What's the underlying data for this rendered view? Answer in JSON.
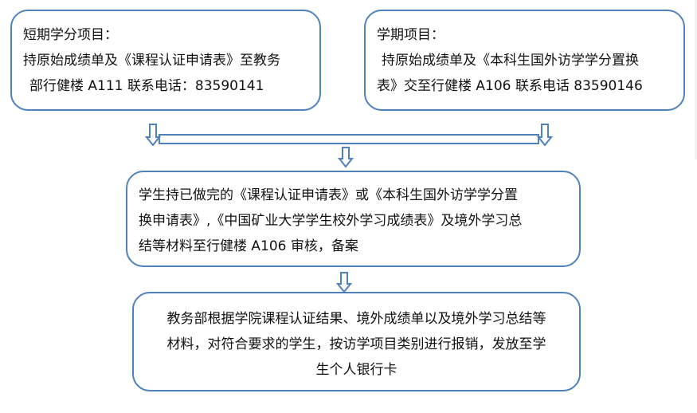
{
  "colors": {
    "accent": "#4f81bd",
    "text": "#111111",
    "background": "#ffffff"
  },
  "flowchart": {
    "short_term": {
      "title": "短期学分项目：",
      "lines": [
        "持原始成绩单及《课程认证申请表》至教务",
        "部行健楼 A111      联系电话：83590141"
      ]
    },
    "semester": {
      "title": "学期项目：",
      "lines": [
        "持原始成绩单及《本科生国外访学学分置换",
        "表》交至行健楼 A106    联系电话 83590146"
      ]
    },
    "review": {
      "lines": [
        "学生持已做完的《课程认证申请表》或《本科生国外访学学分置",
        "换申请表》,《中国矿业大学学生校外学习成绩表》及境外学习总",
        "结等材料至行健楼 A106 审核，备案"
      ]
    },
    "reimburse": {
      "lines": [
        "教务部根据学院课程认证结果、境外成绩单以及境外学习总结等",
        "材料，对符合要求的学生，按访学项目类别进行报销，发放至学",
        "生个人银行卡"
      ]
    },
    "arrows": [
      "down-arrow-left",
      "down-arrow-right",
      "down-arrow-merge",
      "down-arrow-final"
    ]
  }
}
